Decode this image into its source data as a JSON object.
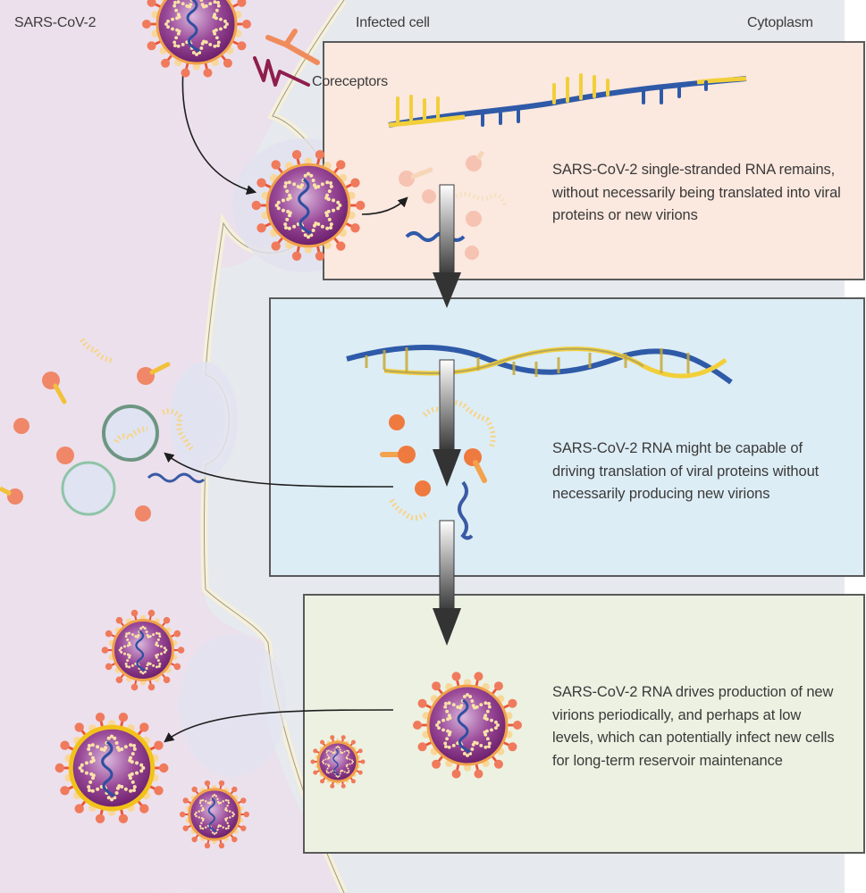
{
  "figure": {
    "labels": {
      "virus": "SARS-CoV-2",
      "infected_cell": "Infected cell",
      "cytoplasm": "Cytoplasm",
      "coreceptors": "Coreceptors"
    },
    "panels": [
      {
        "id": "persistence",
        "text": "SARS-CoV-2 single-stranded RNA remains, without necessarily being translated into viral proteins or new virions",
        "color": "#fbe8df"
      },
      {
        "id": "translation",
        "text": "SARS-CoV-2 RNA might be capable of driving translation of viral proteins without necessarily producing new virions",
        "color": "#ddedf5"
      },
      {
        "id": "replication",
        "text": "SARS-CoV-2 RNA drives production of new virions periodically, and perhaps at low levels, which can potentially infect new cells for long-term reservoir maintenance",
        "color": "#edf1e2"
      }
    ],
    "colors": {
      "extracellular": "#ece0ec",
      "cytoplasm": "#e6e9ed",
      "membrane": "#f7f2dc",
      "virion_body": "#8a2f86",
      "spike": "#ee6a4c",
      "rna_blue": "#2f5aa8",
      "rna_yellow": "#f2cf3a",
      "panel_border": "#5a5a5a"
    }
  }
}
